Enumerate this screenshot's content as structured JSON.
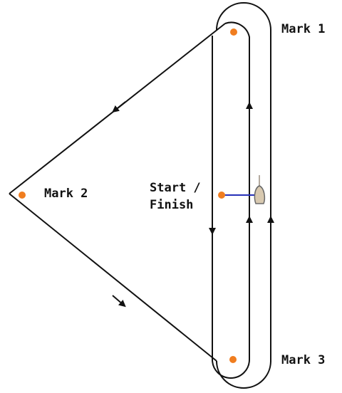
{
  "marks": {
    "mark1": "Mark 1",
    "mark2": "Mark 2",
    "mark3": "Mark 3"
  },
  "start_finish": {
    "line1": "Start /",
    "line2": "Finish"
  },
  "colors": {
    "course_line": "#111111",
    "mark_buoy": "#f07d1f",
    "start_line": "#2630b8",
    "committee_boat": "#d8c9b0"
  }
}
